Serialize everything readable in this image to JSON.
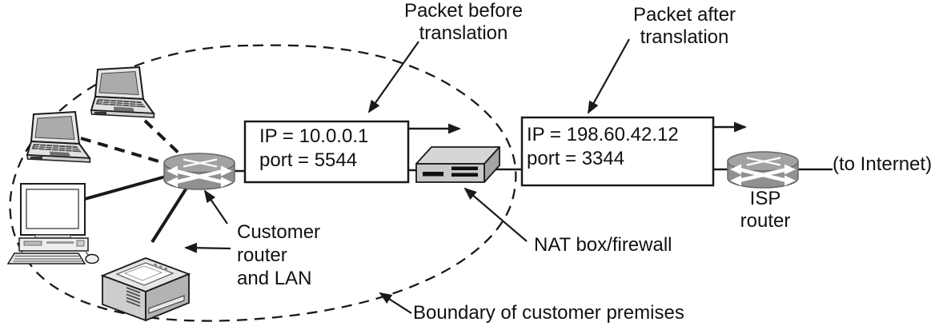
{
  "annotations": {
    "packet_before": {
      "line1": "Packet before",
      "line2": "translation"
    },
    "packet_after": {
      "line1": "Packet after",
      "line2": "translation"
    },
    "customer_router": {
      "line1": "Customer",
      "line2": "router",
      "line3": "and LAN"
    },
    "nat_box": "NAT box/firewall",
    "boundary": "Boundary of customer premises",
    "isp_router": {
      "line1": "ISP",
      "line2": "router"
    },
    "to_internet": "(to Internet)"
  },
  "packets": {
    "before": {
      "ip": "IP = 10.0.0.1",
      "port": "port = 5544"
    },
    "after": {
      "ip": "IP = 198.60.42.12",
      "port": "port = 3344"
    }
  },
  "icons": {
    "laptop_top": "laptop-icon",
    "laptop_left": "laptop-icon",
    "desktop": "desktop-computer-icon",
    "printer": "printer-icon",
    "customer_router": "router-icon",
    "nat_box": "nat-box-icon",
    "isp_router": "router-icon"
  },
  "colors": {
    "background": "#ffffff",
    "line": "#1a1a1a",
    "router_body": "#909090",
    "router_top": "#a2a2a2",
    "router_arrows": "#ffffff",
    "nat_top": "#d6d6d6",
    "nat_front": "#c9c9c9",
    "nat_side": "#a5a5a5",
    "device_screen": "#ababab",
    "box_fill": "#ffffff"
  }
}
